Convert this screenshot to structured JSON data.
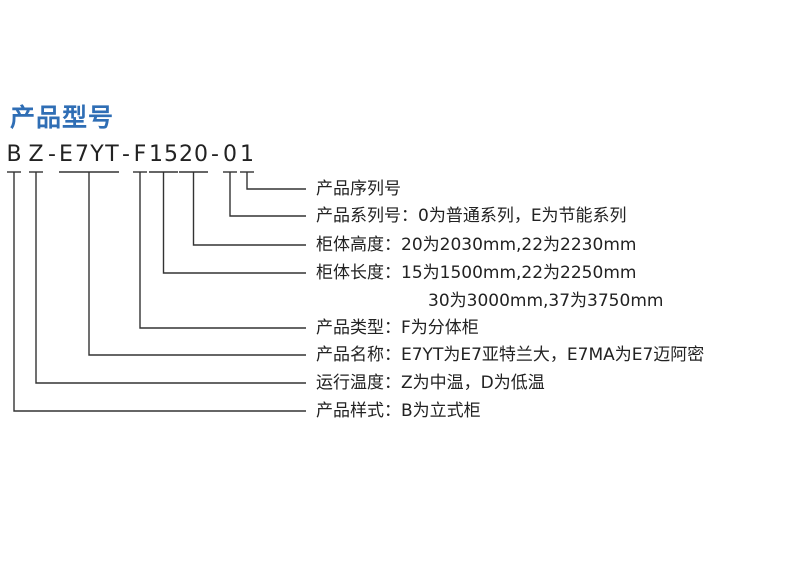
{
  "title": "产品型号",
  "code_chars": [
    "B",
    "Z",
    "-",
    "E",
    "7",
    "Y",
    "T",
    "-",
    "F",
    "1",
    "5",
    "2",
    "0",
    "-",
    "0",
    "1"
  ],
  "items": [
    {
      "label": "产品序列号",
      "value": ""
    },
    {
      "label": "产品系列号：",
      "value": "0为普通系列，E为节能系列"
    },
    {
      "label": "柜体高度：",
      "value": "20为2030mm,22为2230mm"
    },
    {
      "label": "柜体长度：",
      "value": "15为1500mm,22为2250mm",
      "continuation": "30为3000mm,37为3750mm"
    },
    {
      "label": "产品类型：",
      "value": "F为分体柜"
    },
    {
      "label": "产品名称：",
      "value": "E7YT为E7亚特兰大，E7MA为E7迈阿密"
    },
    {
      "label": "运行温度：",
      "value": "Z为中温，D为低温"
    },
    {
      "label": "产品样式：",
      "value": "B为立式柜"
    }
  ]
}
